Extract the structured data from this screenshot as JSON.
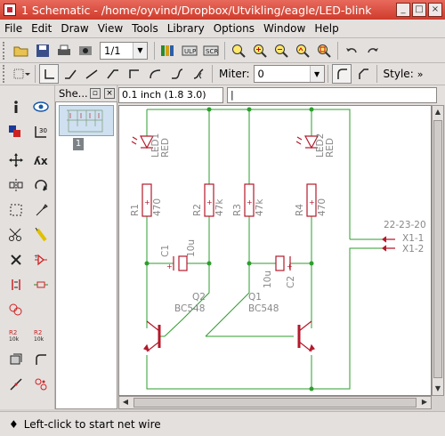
{
  "window": {
    "title": "1 Schematic - /home/oyvind/Dropbox/Utvikling/eagle/LED-blink"
  },
  "menu": [
    "File",
    "Edit",
    "Draw",
    "View",
    "Tools",
    "Library",
    "Options",
    "Window",
    "Help"
  ],
  "toolbar1": {
    "sheet_select": "1/1"
  },
  "toolbar2": {
    "miter_label": "Miter:",
    "miter_value": "0",
    "style_label": "Style:"
  },
  "sheets_panel": {
    "title": "She...",
    "sheet_number": "1"
  },
  "coordinate_display": "0.1 inch (1.8 3.0)",
  "command_line": "|",
  "schematic": {
    "components": [
      {
        "name": "LED1",
        "value": "RED"
      },
      {
        "name": "LED2",
        "value": "RED"
      },
      {
        "name": "R1",
        "value": "470"
      },
      {
        "name": "R2",
        "value": "47k"
      },
      {
        "name": "R3",
        "value": "47k"
      },
      {
        "name": "R4",
        "value": "470"
      },
      {
        "name": "C1",
        "value": "10u"
      },
      {
        "name": "C2",
        "value": "10u"
      },
      {
        "name": "Q2",
        "value": "BC548"
      },
      {
        "name": "Q1",
        "value": "BC548"
      }
    ],
    "connector": {
      "value": "22-23-20",
      "pins": [
        "X1-1",
        "X1-2"
      ]
    },
    "colors": {
      "wire": "#2e9e2e",
      "symbol": "#b4192b",
      "text": "#888888",
      "junction": "#2e9e2e"
    }
  },
  "status": {
    "message": "Left-click to start net wire"
  }
}
